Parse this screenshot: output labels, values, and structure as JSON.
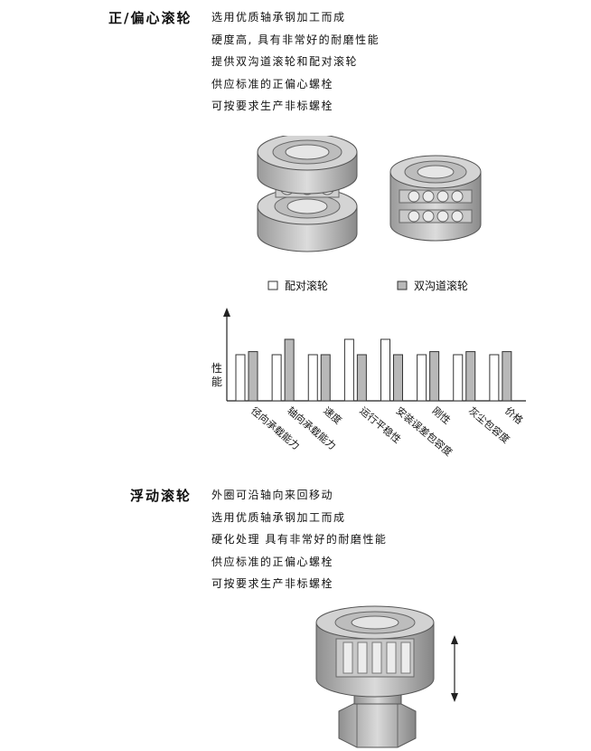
{
  "section1": {
    "title": "正/偏心滚轮",
    "features": [
      "选用优质轴承钢加工而成",
      "硬度高, 具有非常好的耐磨性能",
      "提供双沟道滚轮和配对滚轮",
      "供应标准的正偏心螺栓",
      "可按要求生产非标螺栓"
    ]
  },
  "chart_data": {
    "type": "bar",
    "ylabel": "性能",
    "categories": [
      "径向承载能力",
      "轴向承载能力",
      "速度",
      "运行平稳性",
      "安装误差包容度",
      "刚性",
      "灰尘包容度",
      "价格"
    ],
    "series": [
      {
        "name": "配对滚轮",
        "values": [
          3,
          3,
          3,
          4,
          4,
          3,
          3,
          3
        ],
        "color": "#ffffff"
      },
      {
        "name": "双沟道滚轮",
        "values": [
          3.2,
          4,
          3,
          3,
          3,
          3.2,
          3.2,
          3.2
        ],
        "color": "#b8b8b8"
      }
    ],
    "ylim": [
      0,
      5
    ],
    "grid": false,
    "legend": "top"
  },
  "section2": {
    "title": "浮动滚轮",
    "features": [
      "外圈可沿轴向来回移动",
      "选用优质轴承钢加工而成",
      "硬化处理 具有非常好的耐磨性能",
      "供应标准的正偏心螺栓",
      "可按要求生产非标螺栓"
    ]
  }
}
